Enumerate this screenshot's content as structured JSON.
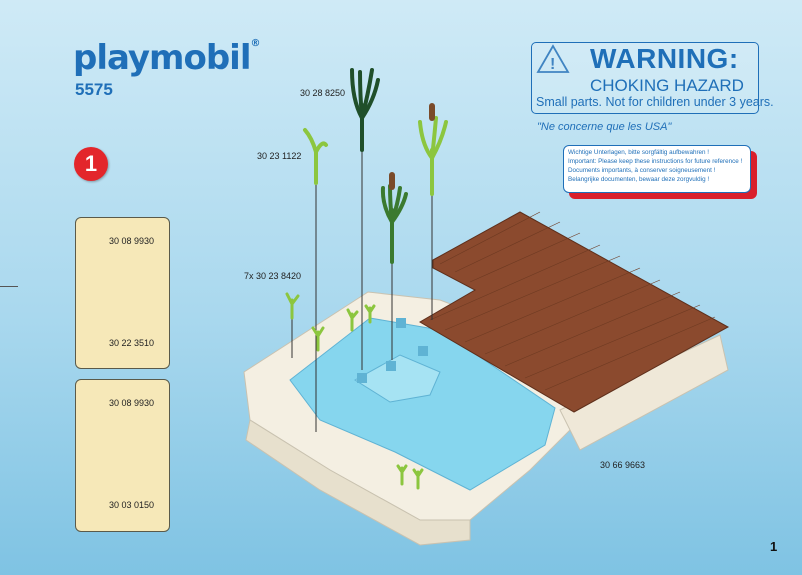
{
  "brand": {
    "logo_text": "playmobil",
    "registered": "®"
  },
  "set_number": "5575",
  "step_number": "1",
  "warning": {
    "title": "WARNING:",
    "subtitle": "CHOKING HAZARD",
    "small_parts": "Small parts. Not for children under 3 years.",
    "usa_note": "\"Ne concerne que les USA\""
  },
  "notice": {
    "lines": [
      "Wichtige Unterlagen, bitte sorgfältig aufbewahren !",
      "Important: Please keep these instructions for future reference !",
      "Documents importants, à conserver soigneusement !",
      "Belangrijke documenten, bewaar deze zorgvuldig !"
    ]
  },
  "panels": [
    {
      "top_part": "30 08 9930",
      "bottom_part": "30 22 3510"
    },
    {
      "top_part": "30 08 9930",
      "bottom_part": "30 03 0150"
    }
  ],
  "part_labels": {
    "reed_top": "30 28 8250",
    "reed_left": "30 23 1122",
    "sprouts": "7x 30 23 8420",
    "pond_base": "30 66 9663"
  },
  "page_number": "1",
  "colors": {
    "brand_blue": "#1f6fb8",
    "step_red": "#e3262b",
    "deck_brown": "#8b4a2e",
    "water": "#7ed3ea",
    "stone": "#f4efe2",
    "reed_green": "#2e6b2e"
  }
}
